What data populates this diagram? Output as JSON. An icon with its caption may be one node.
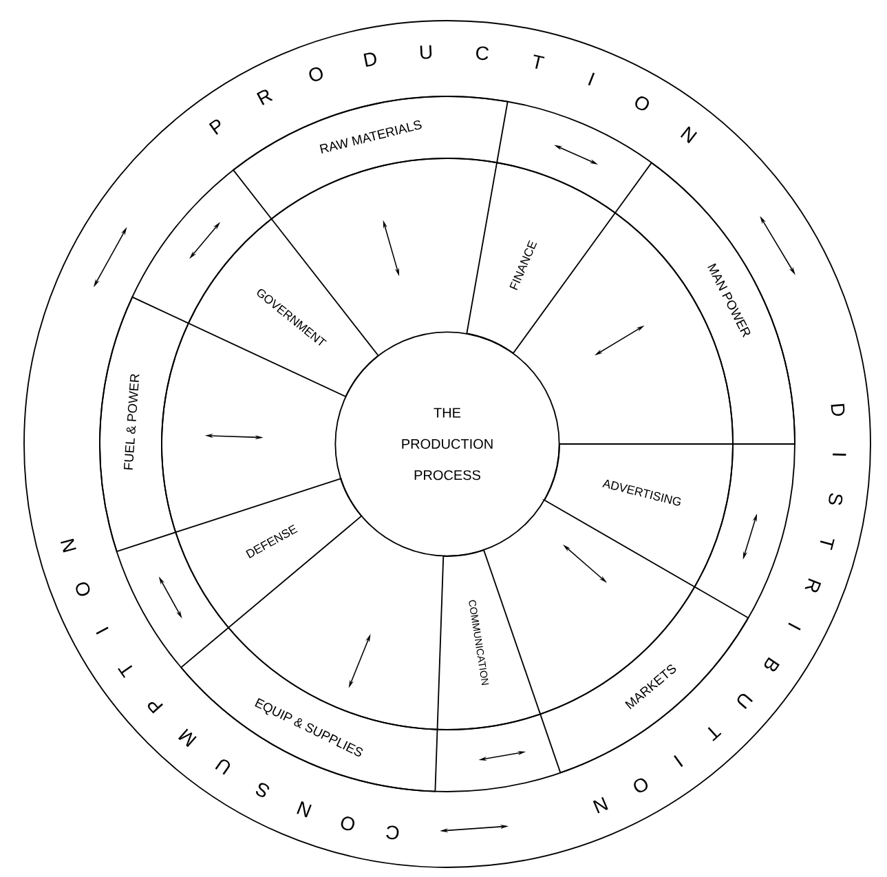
{
  "diagram": {
    "nodes": [
      {
        "text": [
          "THE PRODUCTION PROCESS"
        ]
      },
      {
        "text": [
          "RAW MATERIALS"
        ]
      },
      {
        "text": [
          "FINANCE"
        ]
      },
      {
        "text": [
          "MAN POWER"
        ]
      },
      {
        "text": [
          "ADVERTISING"
        ]
      },
      {
        "text": [
          "MARKETS"
        ]
      },
      {
        "text": [
          "COMMUNICATION"
        ]
      },
      {
        "text": [
          "EQUIP & SUPPLIES"
        ]
      },
      {
        "text": [
          "DEFENSE"
        ]
      },
      {
        "text": [
          "FUEL & POWER"
        ]
      },
      {
        "text": [
          "GOVERNMENT"
        ]
      }
    ],
    "labels": [
      "PRODUCTION",
      "DISTRIBUTION",
      "CONSUMPTION"
    ]
  }
}
